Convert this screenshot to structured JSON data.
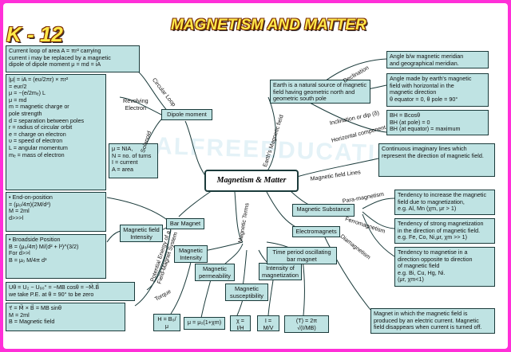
{
  "header": {
    "tag": "K - 12",
    "title": "MAGNETISM AND MATTER"
  },
  "watermark": "ALFREEEDUCATION.COM",
  "center": "Magnetism & Matter",
  "branch_labels": {
    "circular_loop": "Circular Loop",
    "revolving_electron": "Revolving\nElectron",
    "solenoid": "Solenoid",
    "earths_field": "Earth's Magnetic field",
    "declination": "Declination",
    "inclination": "Inclination or dip (δ)",
    "horizontal": "Horizontal component",
    "field_lines": "Magnetic field Lines",
    "para": "Para-magnetism",
    "ferro": "Ferromagnetism",
    "dia": "Diamagnetism",
    "terms": "Magnetic Terms",
    "potential": "Potential Energy of a\nField-Magnet System",
    "torque": "Torque"
  },
  "nodes": {
    "dipole_moment": "Dipole moment",
    "bar_magnet": "Bar Magnet",
    "field_intensity": "Magnetic field\nIntensity",
    "magnetic_substance": "Magnetic Substance",
    "electromagnets": "Electromagnets",
    "magnetic_intensity": "Magnetic\nIntensity",
    "magnetic_permeability": "Magnetic\npermeability",
    "magnetic_susceptibility": "Magnetic\nsusceptibility",
    "intensity_magnetization": "Intensity of\nmagnetization",
    "time_period": "Time period oscillating\nbar magnet"
  },
  "boxes": {
    "current_loop": "Current loop of area A = πr² carrying\ncurrent i may be replaced by a magnetic\ndipole of dipole moment μ = md = iA",
    "dipole_formulas": "|μ| = iA = (eυ/2πr) × πr²\n= eυr/2\nμ = −(e/2mₑ) L\nμ = md\nm = magnetic charge or\n      pole strength\nd = separation between poles\nr = radius of circular orbit\ne = charge on electron\nυ = speed of electron\nL = angular momentum\nmₑ = mass of electron",
    "solenoid_eq": "μ = NIA,\nN = no. of turns\nI = current\nA = area",
    "end_on": "• End-on-position\n   = (μ₀/4π)(2M/d³)\n   M = 2ml\n   d>>>l",
    "broadside": "• Broadside Position\nB = (μ₀/4π) M/(d² + l²)^(3/2)\nFor d>>l\nB = μ₀ M/4π d³",
    "potential": "Uθ = U₂ − U₉₀° = −MB cosθ = −M⃗.B⃗\nwe take P.E. at θ = 90° to be zero",
    "torque": "τ⃗ = M⃗ × B⃗ = MB sinθ\nM = 2ml\nB = Magnetic field",
    "earth_source": "Earth is a natural source of magnetic\nfield having geometric north and\ngeometric south pole",
    "declination": "Angle b/w magnetic meridian\nand geographical meridian.",
    "dip_angle": "Angle made by earth's magnetic\nfield with horizontal in the\nmagnetic direction\nθ equator = 0, θ pole = 90°",
    "horizontal": "BH = Bcosθ\nBH (at pole) = 0\nBH (at equator) = maximum",
    "field_lines": "Continuous imaginary lines which\nrepresent the direction of magnetic field.",
    "para": "Tendency to increase the magnetic\nfield due to magnetization,\ne.g. Al, Mn (χm, μr > 1)",
    "ferro": "Tendency of strong magnetization\nin the direction of magnetic field.\ne.g. Fe, Co, Ni,μr, χm >> 1)",
    "dia": "Tendency to magnetise in a\ndirection opposite to direction\nof magnetic field\ne.g. Bi, Cu, Hg, Ni.\n(μr, χm<1)",
    "electromagnet": "Magnet in which the magnetic field is\nproduced by an electric current. Magnetic\nfield disappears when current is turned off.",
    "f_intensity": "H = B₀/μ",
    "f_permeability": "μ = μ₀(1+χm)",
    "f_susceptibility": "χ = I/H",
    "f_magnetization": "I = M/V",
    "f_period": "(T) = 2π √(I/MB)"
  },
  "colors": {
    "frame": "#ff2fd8",
    "box": "#bfe3e3",
    "line": "#1b3b3b",
    "title": "#ffe94a"
  }
}
